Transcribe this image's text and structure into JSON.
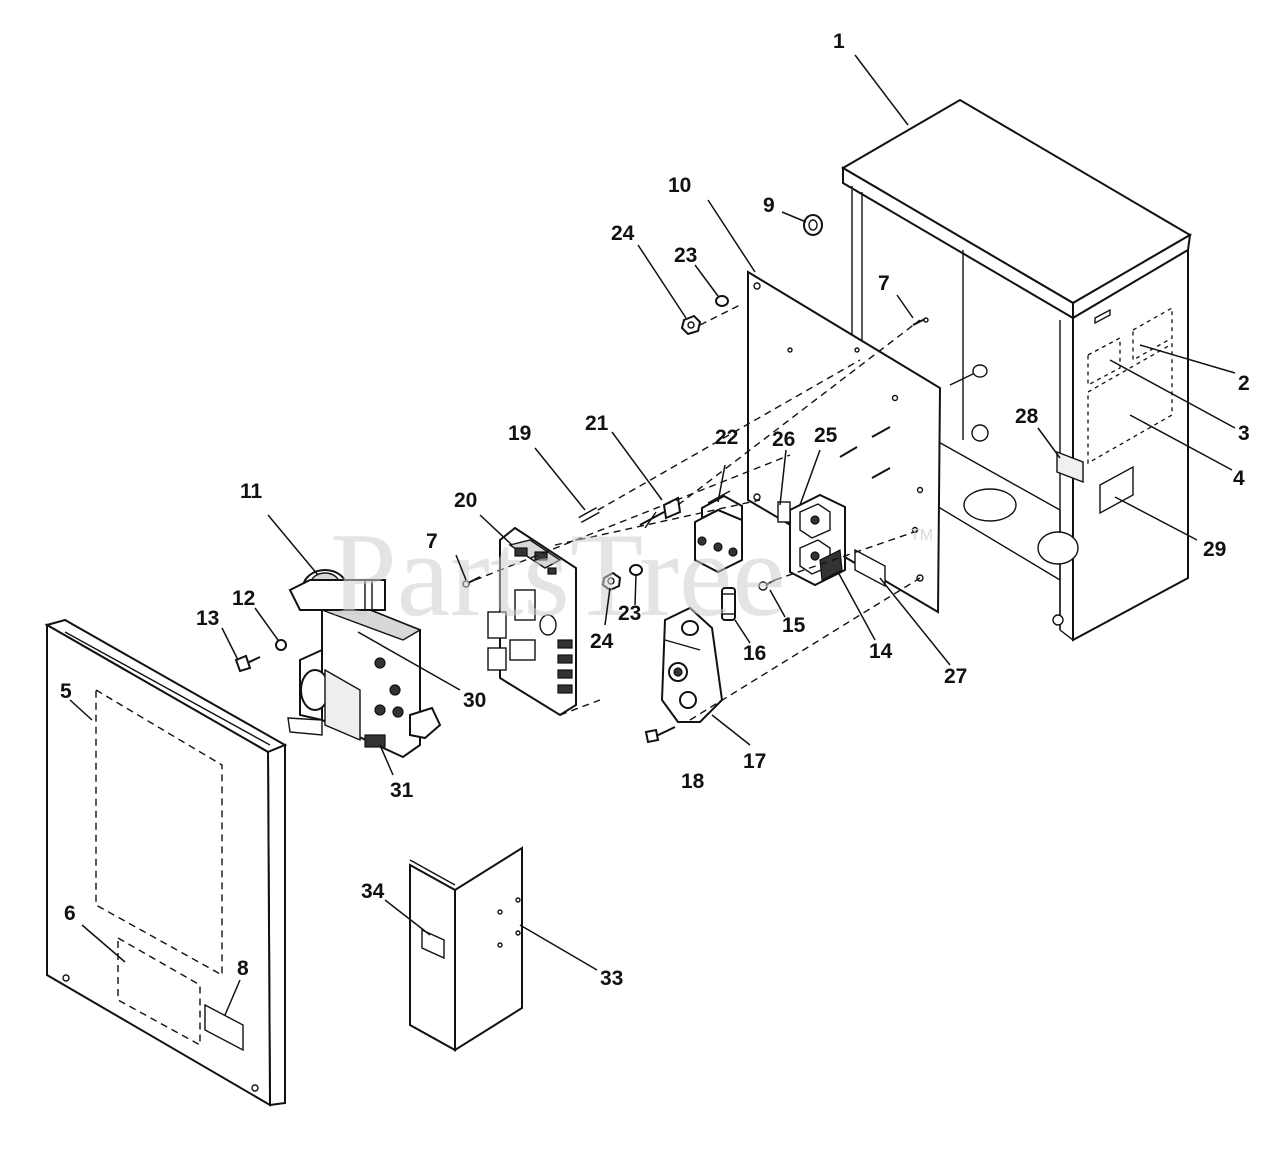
{
  "watermark": {
    "text": "PartsTree",
    "trademark": "TM"
  },
  "callouts": [
    {
      "id": "c1",
      "label": "1"
    },
    {
      "id": "c2",
      "label": "2"
    },
    {
      "id": "c3",
      "label": "3"
    },
    {
      "id": "c4",
      "label": "4"
    },
    {
      "id": "c5",
      "label": "5"
    },
    {
      "id": "c6",
      "label": "6"
    },
    {
      "id": "c7a",
      "label": "7"
    },
    {
      "id": "c7b",
      "label": "7"
    },
    {
      "id": "c8",
      "label": "8"
    },
    {
      "id": "c9",
      "label": "9"
    },
    {
      "id": "c10",
      "label": "10"
    },
    {
      "id": "c11",
      "label": "11"
    },
    {
      "id": "c12",
      "label": "12"
    },
    {
      "id": "c13",
      "label": "13"
    },
    {
      "id": "c14",
      "label": "14"
    },
    {
      "id": "c15",
      "label": "15"
    },
    {
      "id": "c16",
      "label": "16"
    },
    {
      "id": "c17",
      "label": "17"
    },
    {
      "id": "c18",
      "label": "18"
    },
    {
      "id": "c19",
      "label": "19"
    },
    {
      "id": "c20",
      "label": "20"
    },
    {
      "id": "c21",
      "label": "21"
    },
    {
      "id": "c22",
      "label": "22"
    },
    {
      "id": "c23a",
      "label": "23"
    },
    {
      "id": "c23b",
      "label": "23"
    },
    {
      "id": "c24a",
      "label": "24"
    },
    {
      "id": "c24b",
      "label": "24"
    },
    {
      "id": "c25",
      "label": "25"
    },
    {
      "id": "c26",
      "label": "26"
    },
    {
      "id": "c27",
      "label": "27"
    },
    {
      "id": "c28",
      "label": "28"
    },
    {
      "id": "c29",
      "label": "29"
    },
    {
      "id": "c30",
      "label": "30"
    },
    {
      "id": "c31",
      "label": "31"
    },
    {
      "id": "c33",
      "label": "33"
    },
    {
      "id": "c34",
      "label": "34"
    }
  ]
}
